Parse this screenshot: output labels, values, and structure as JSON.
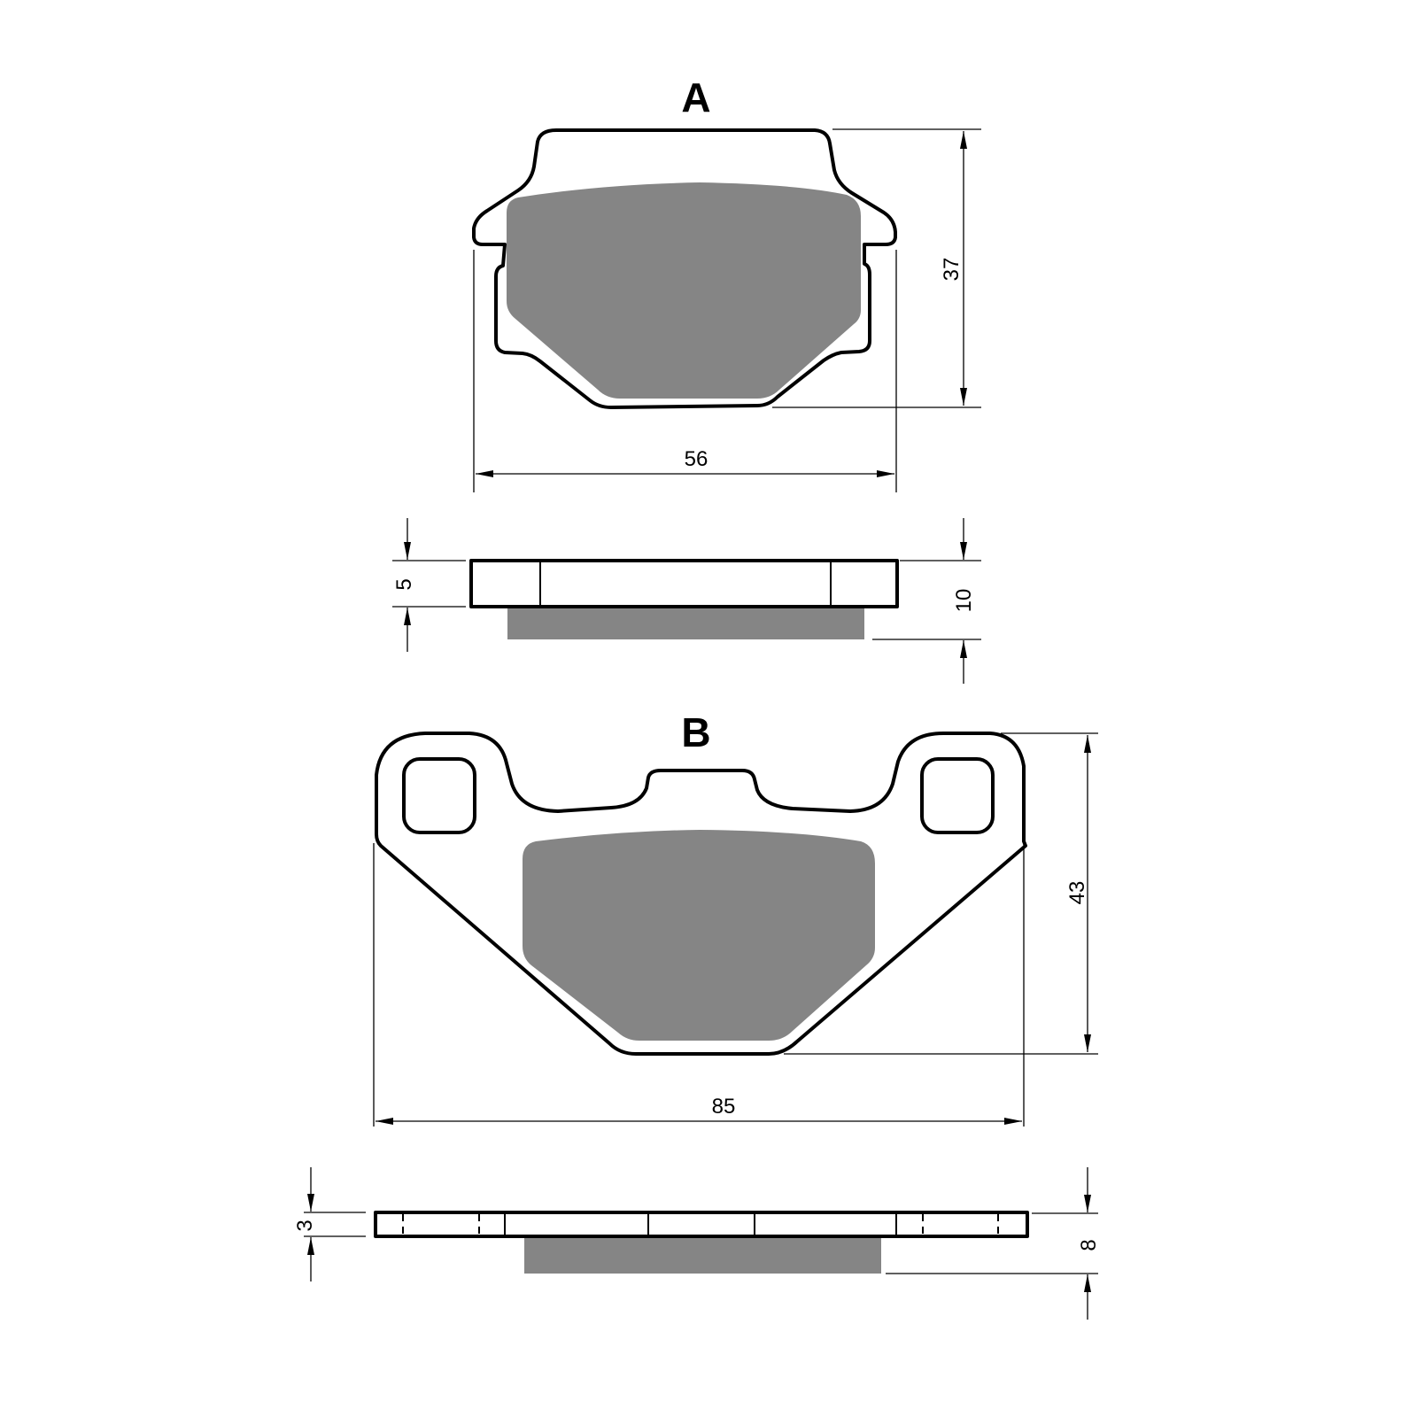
{
  "views": {
    "a": {
      "label": "A",
      "width_label": "56",
      "height_label": "37",
      "plate_thickness_label": "5",
      "total_thickness_label": "10"
    },
    "b": {
      "label": "B",
      "width_label": "85",
      "height_label": "43",
      "plate_thickness_label": "3",
      "total_thickness_label": "8"
    }
  },
  "colors": {
    "friction_material": "#858585",
    "outline": "#000000"
  }
}
